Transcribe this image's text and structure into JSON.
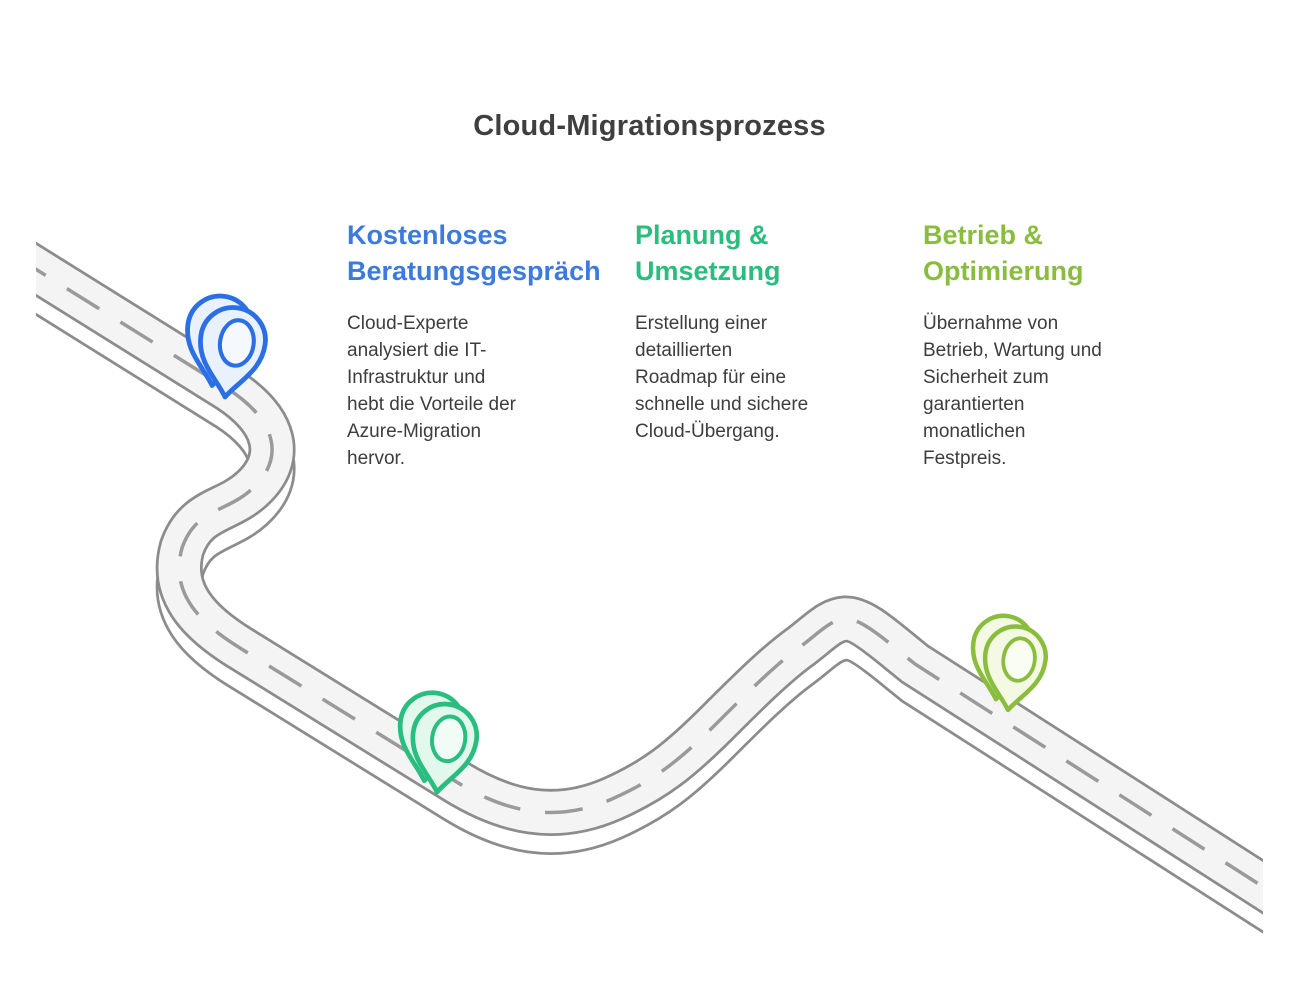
{
  "title": "Cloud-Migrationsprozess",
  "steps": [
    {
      "heading": "Kostenloses\nBeratungsgespräch",
      "description": "Cloud-Experte\nanalysiert die IT-\nInfrastruktur und\nhebt die Vorteile der\nAzure-Migration\nhervor.",
      "accent_color": "#3c7ade",
      "pin_stroke": "#2b6fe4",
      "pin_fill": "#e9f1fc",
      "pin_hole_fill": "#f5f9fe"
    },
    {
      "heading": "Planung &\nUmsetzung",
      "description": "Erstellung einer\ndetaillierten\nRoadmap für eine\nschnelle und sichere\nCloud-Übergang.",
      "accent_color": "#2abd7d",
      "pin_stroke": "#29bd7f",
      "pin_fill": "#e2f8ec",
      "pin_hole_fill": "#f1fcf6"
    },
    {
      "heading": "Betrieb &\nOptimierung",
      "description": "Übernahme von\nBetrieb, Wartung und\nSicherheit zum\ngarantierten\nmonatlichen\nFestpreis.",
      "accent_color": "#8abd3e",
      "pin_stroke": "#8abd3d",
      "pin_fill": "#f4f9e3",
      "pin_hole_fill": "#fafdf1"
    }
  ],
  "road": {
    "surface_color": "#f4f4f5",
    "edge_color": "#8c8c8c",
    "dash_color": "#9a9a9a",
    "depth_fill": "#ffffff"
  }
}
